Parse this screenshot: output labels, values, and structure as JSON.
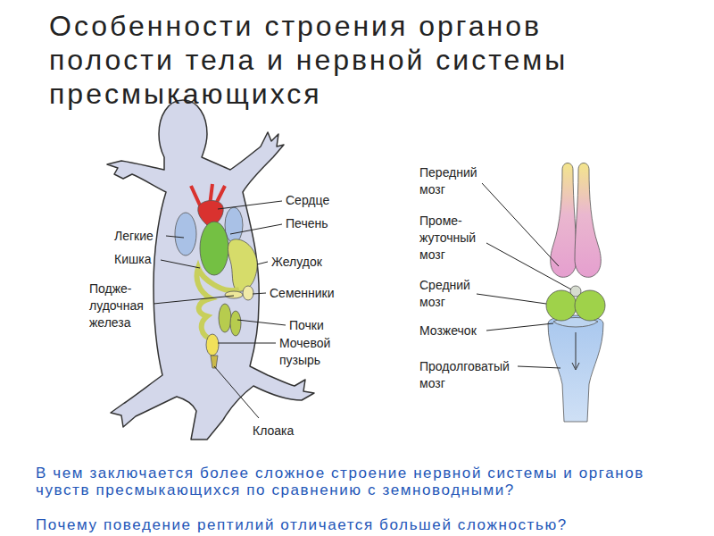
{
  "diagram": {
    "title": "Особенности строения органов полости тела и нервной системы пресмыкающихся",
    "labels": [
      "Сердце",
      "Печень",
      "Легкие",
      "Кишка",
      "Желудок",
      "Подже- лудочная железа",
      "Семенники",
      "Почки",
      "Мочевой пузырь",
      "Клоака",
      "Передний мозг",
      "Проме- жуточный мозг",
      "Средний мозг",
      "Мозжечок",
      "Продолговатый мозг",
      "В чем заключается более сложное строение нервной системы и органов чувств пресмыкающихся по сравнению с земноводными?",
      "Почему поведение рептилий отличается большей сложностью?"
    ]
  }
}
